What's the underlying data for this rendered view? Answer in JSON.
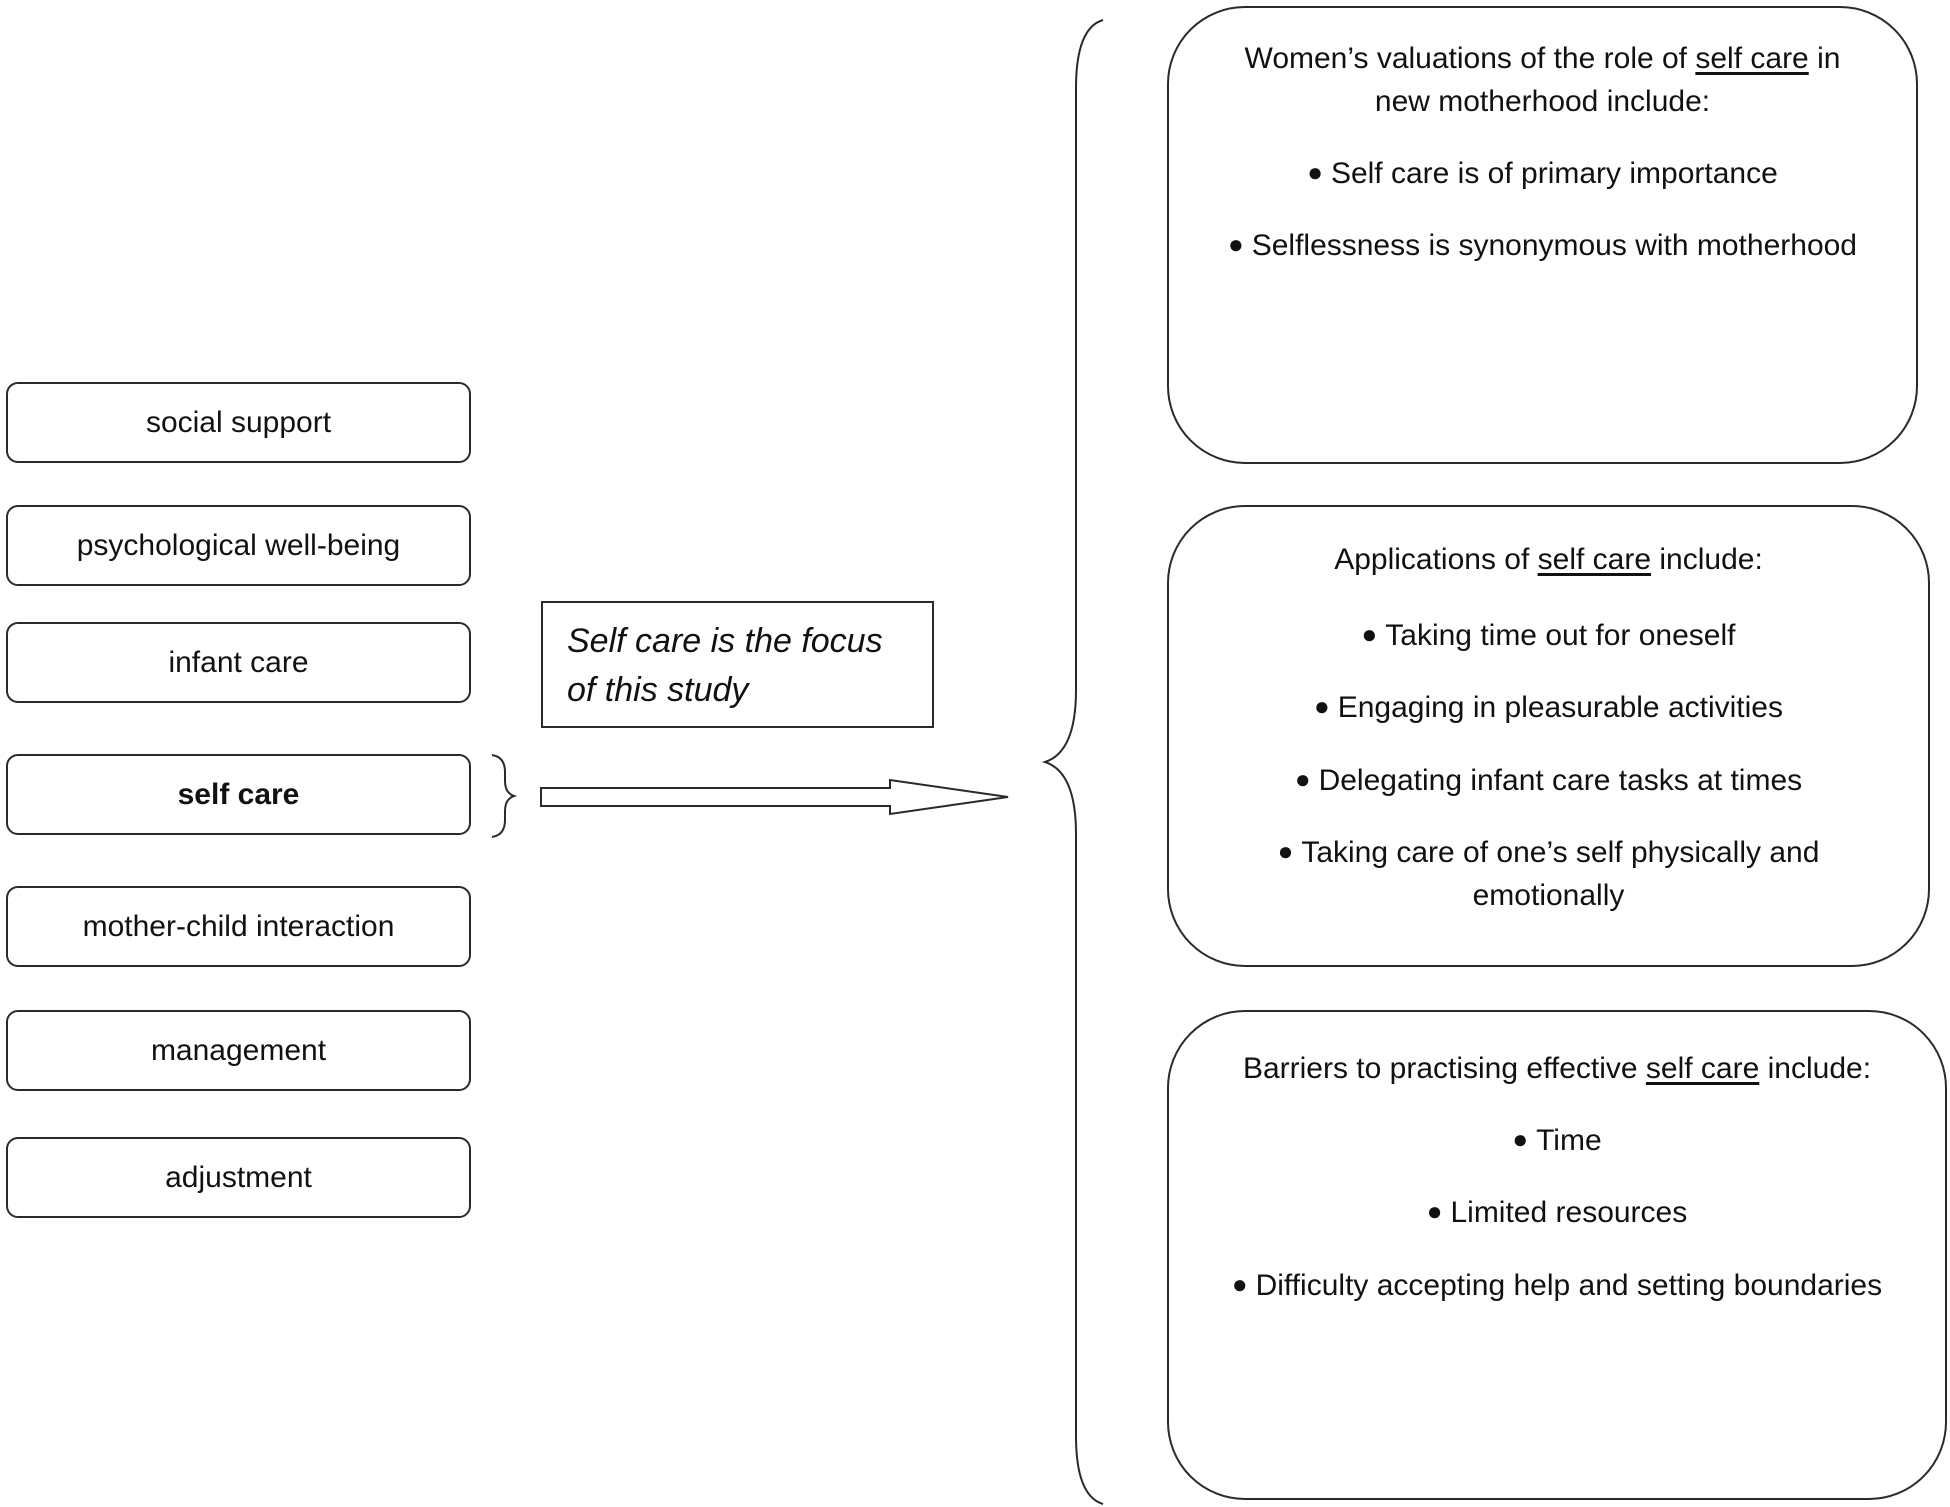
{
  "topics": [
    {
      "label": "social support",
      "focus": false
    },
    {
      "label": "psychological well-being",
      "focus": false
    },
    {
      "label": "infant care",
      "focus": false
    },
    {
      "label": "self care",
      "focus": true
    },
    {
      "label": "mother-child interaction",
      "focus": false
    },
    {
      "label": "management",
      "focus": false
    },
    {
      "label": "adjustment",
      "focus": false
    }
  ],
  "focus_note": "Self care is the focus of this study",
  "panels": [
    {
      "heading_before": "Women’s valuations of the role of ",
      "heading_keyword": "self care",
      "heading_after": " in new motherhood include:",
      "bullets": [
        "Self care is of primary importance",
        "Selflessness is synonymous with motherhood"
      ]
    },
    {
      "heading_before": "Applications of ",
      "heading_keyword": "self care",
      "heading_after": " include:",
      "bullets": [
        "Taking time out for oneself",
        "Engaging in pleasurable activities",
        "Delegating infant care tasks at times",
        "Taking care of one’s self physically and emotionally"
      ]
    },
    {
      "heading_before": "Barriers to practising effective ",
      "heading_keyword": "self care",
      "heading_after": " include:",
      "bullets": [
        "Time",
        "Limited resources",
        "Difficulty accepting help and setting boundaries"
      ]
    }
  ],
  "bullet_glyph": "●",
  "colors": {
    "stroke": "#2a2a2a",
    "text": "#111111",
    "background": "#ffffff"
  }
}
